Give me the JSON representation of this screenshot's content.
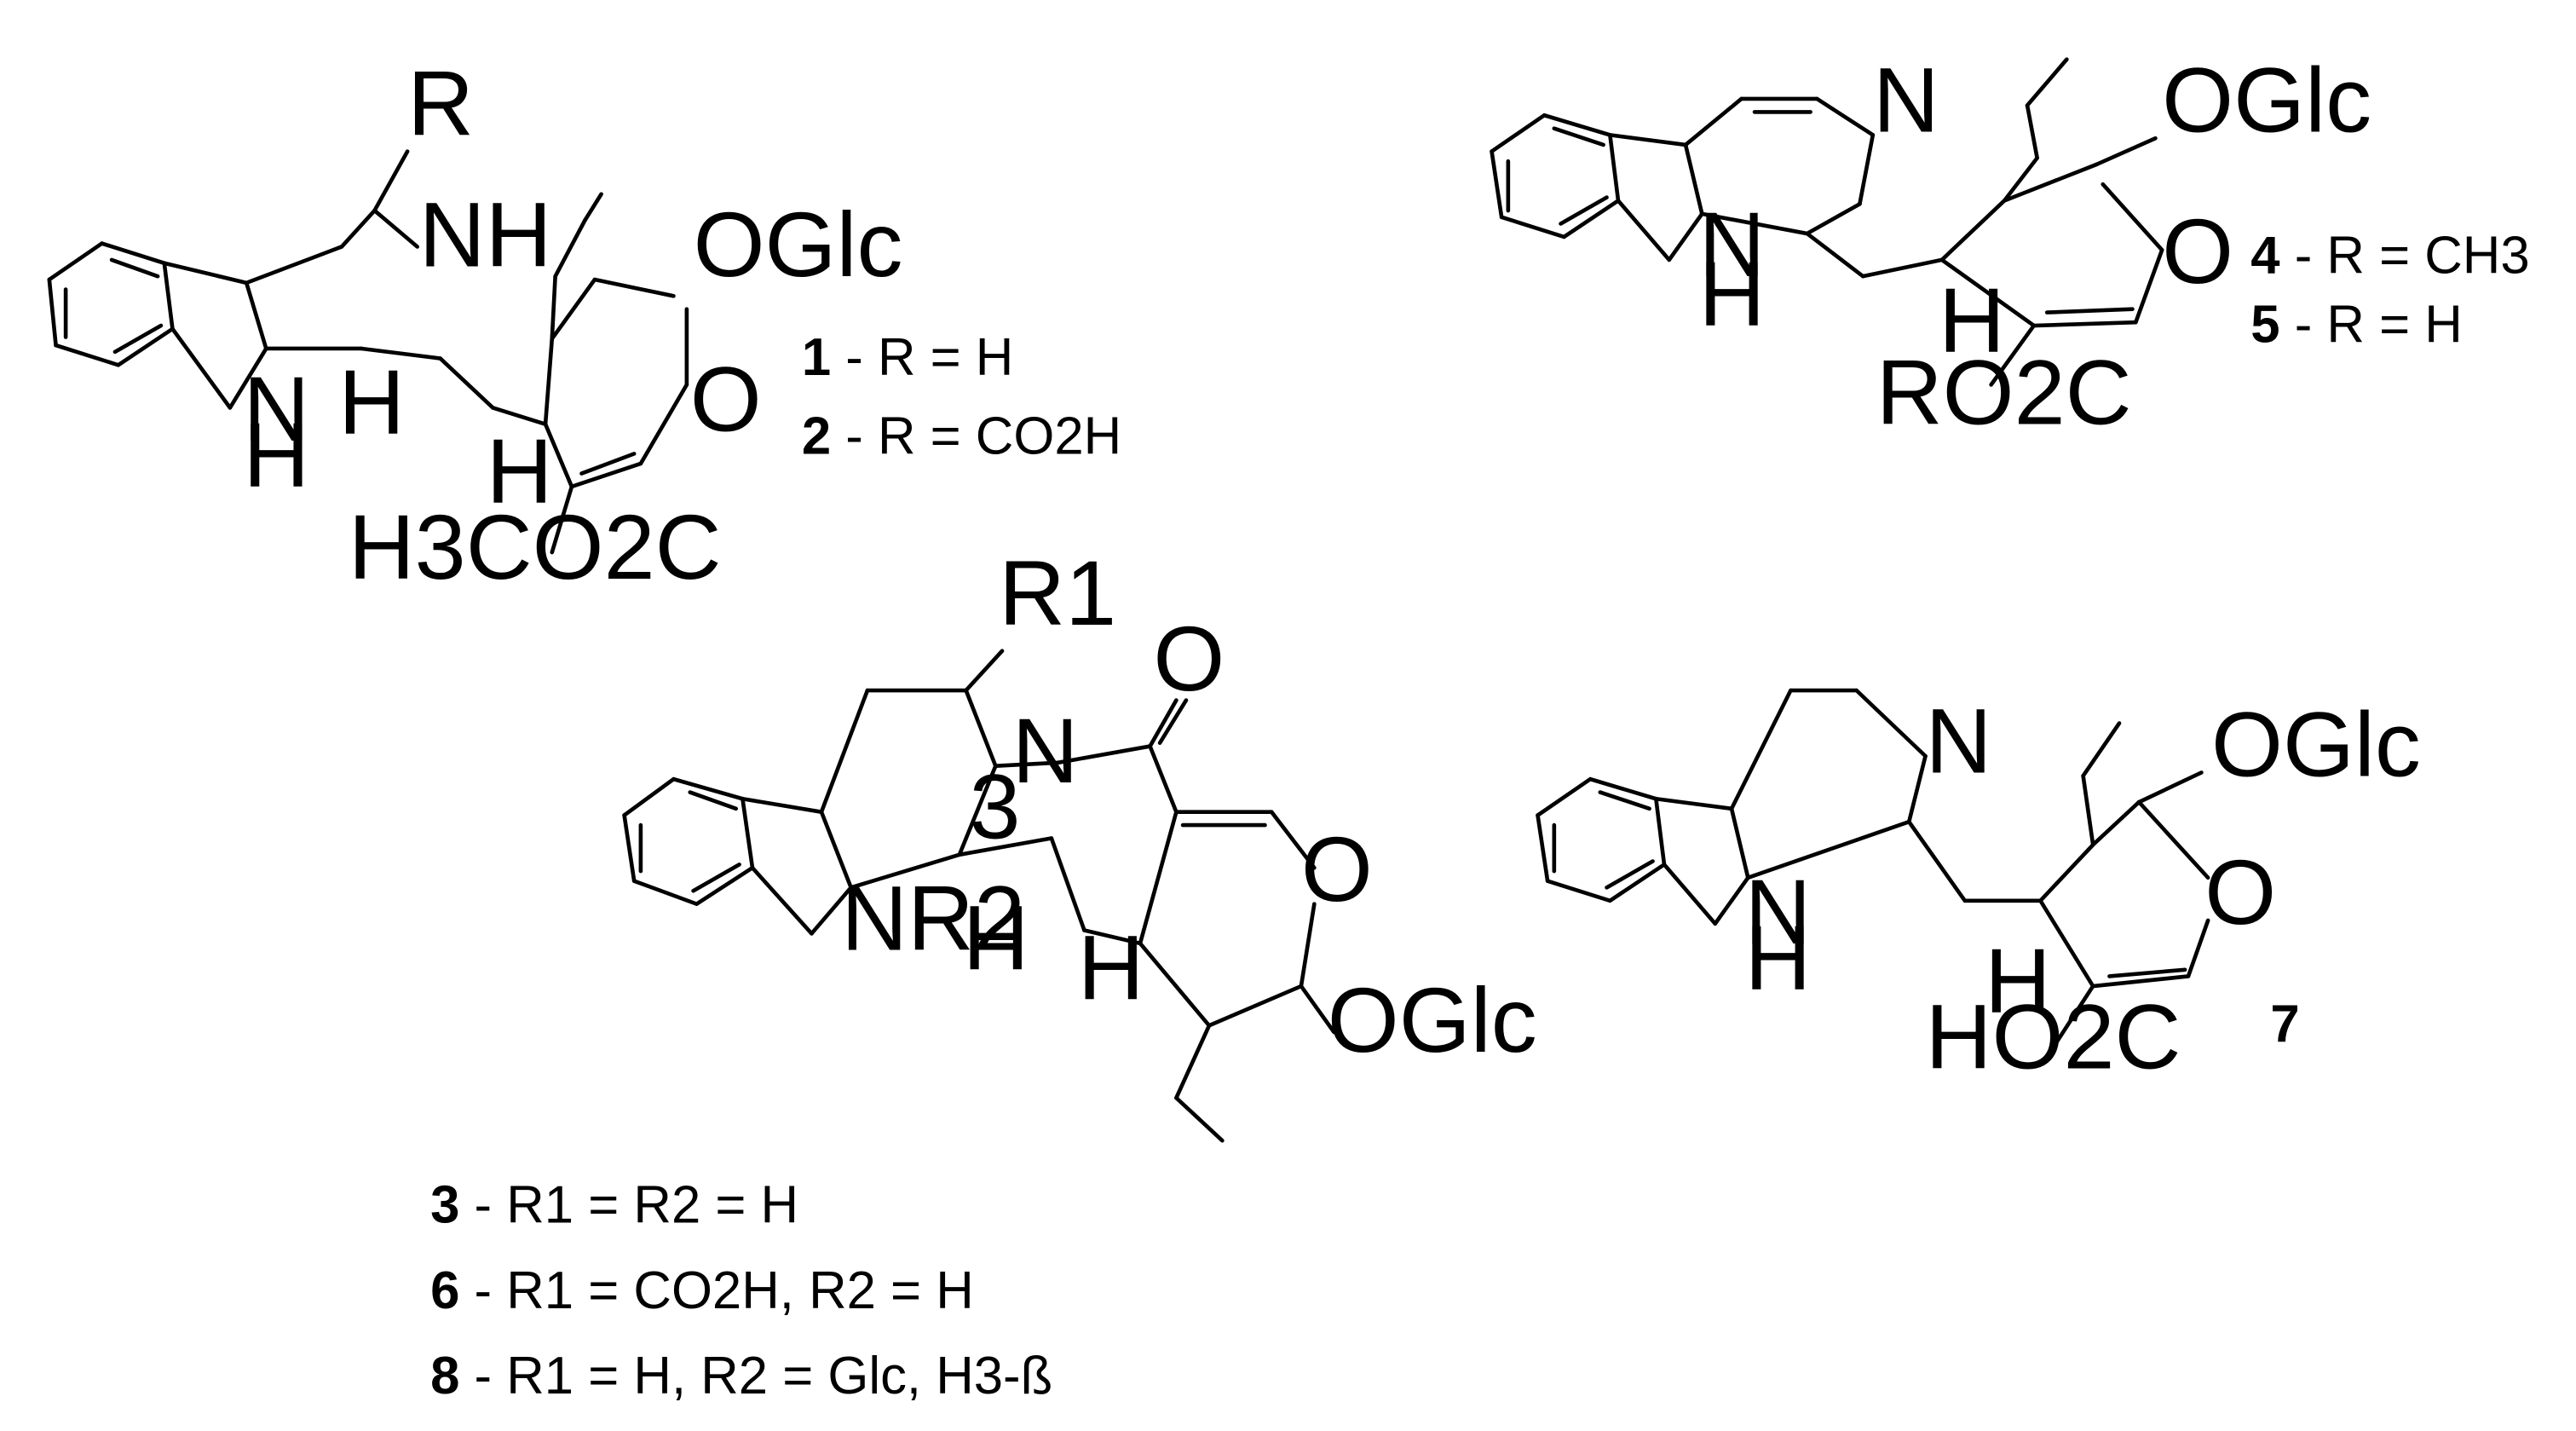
{
  "figure": {
    "compounds": [
      {
        "id": "c12",
        "atoms": {
          "r": "R",
          "nh": "NH",
          "nh_indole": "N",
          "nh_indole_h": "H",
          "h_alpha": "H",
          "h_ring": "H",
          "oglc": "OGlc",
          "o_ring": "O",
          "ester": "H3CO2C"
        },
        "legend": [
          {
            "num": "1",
            "text": " - R = H"
          },
          {
            "num": "2",
            "text": " - R = CO2H"
          }
        ]
      },
      {
        "id": "c45",
        "atoms": {
          "n_pyr": "N",
          "nh_indole": "N",
          "nh_indole_h": "H",
          "h_ring": "H",
          "oglc": "OGlc",
          "o_ring": "O",
          "ester": "RO2C"
        },
        "legend": [
          {
            "num": "4",
            "text": " - R = CH3"
          },
          {
            "num": "5",
            "text": " - R = H"
          }
        ]
      },
      {
        "id": "c368",
        "atoms": {
          "r1": "R1",
          "o_carbonyl": "O",
          "n_amide": "N",
          "locant": "3",
          "nr2": "NR2",
          "h3": "H",
          "h_ring": "H",
          "o_ring": "O",
          "oglc": "OGlc"
        },
        "legend": [
          {
            "num": "3",
            "text": " - R1 = R2 = H"
          },
          {
            "num": "6",
            "text": " - R1 = CO2H, R2 = H"
          },
          {
            "num": "8",
            "text": " - R1 = H, R2 = Glc, H3-ß"
          }
        ]
      },
      {
        "id": "c7",
        "atoms": {
          "n_imine": "N",
          "nh_indole": "N",
          "nh_indole_h": "H",
          "h_ring": "H",
          "oglc": "OGlc",
          "o_ring": "O",
          "acid": "HO2C"
        },
        "legend": [
          {
            "num": "7",
            "text": ""
          }
        ]
      }
    ]
  }
}
